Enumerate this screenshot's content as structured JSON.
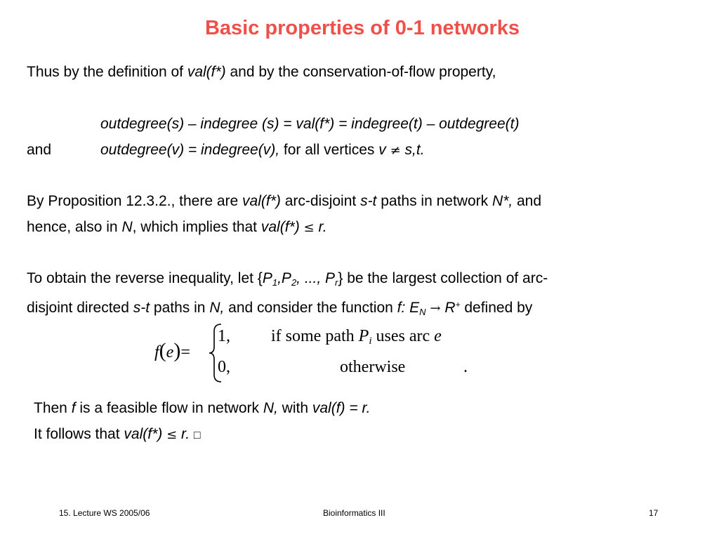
{
  "slide": {
    "title": "Basic properties of 0-1 networks"
  },
  "para1": {
    "a": "Thus by the definition of ",
    "a_it": "val(f*)",
    "b": " and by the conservation-of-flow property,"
  },
  "eq1": "outdegree(s) – indegree (s) = val(f*) = indegree(t) – outdegree(t)",
  "eq2": {
    "and": "and",
    "it": "outdegree(v) = indegree(v),",
    "mid": " for all vertices ",
    "v": "v",
    "neq": "≠",
    "st": " s,t."
  },
  "para2": {
    "l1_a": "By Proposition 12.3.2., there are ",
    "l1_val": "val(f*)",
    "l1_b": " arc-disjoint ",
    "l1_st": "s-t",
    "l1_c": " paths in network ",
    "l1_N": "N*,",
    "l1_d": " and",
    "l2_a": "hence, also in ",
    "l2_N": "N",
    "l2_b": ", which implies that ",
    "l2_val": "val(f*)",
    "l2_le": "≤",
    "l2_r": " r."
  },
  "para3": {
    "l1_a": "To obtain the reverse inequality, let {",
    "P1": "P",
    "sub1": "1",
    "comma1": ",",
    "P2": "P",
    "sub2": "2",
    "dots": ", ..., ",
    "Pr": "P",
    "subr": "r",
    "l1_b": "} be the largest collection of arc-",
    "l2_a": "disjoint directed ",
    "l2_st": "s-t",
    "l2_b": " paths in ",
    "l2_N": "N,",
    "l2_c": " and consider the function ",
    "l2_f": "f: E",
    "l2_subN": "N",
    "l2_arrow": "→",
    "l2_R": " R",
    "l2_sup": "+",
    "l2_d": " defined by"
  },
  "formula": {
    "lhs_f": "f",
    "lhs_e": "e",
    "eq": "=",
    "case1_val": "1,",
    "case1_cond_a": "if some path ",
    "case1_P": "P",
    "case1_sub": "i",
    "case1_cond_b": " uses arc ",
    "case1_e": "e",
    "case2_val": "0,",
    "case2_cond": "otherwise",
    "period": "."
  },
  "para4": {
    "l1_a": "Then ",
    "l1_f": "f",
    "l1_b": " is a feasible flow in network ",
    "l1_N": "N,",
    "l1_c": " with ",
    "l1_val": "val(f) = r.",
    "l2_a": "It follows that ",
    "l2_val": "val(f*)",
    "l2_le": "≤",
    "l2_r": " r.",
    "qed": "□"
  },
  "footer": {
    "left": "15.  Lecture WS 2005/06",
    "center": "Bioinformatics III",
    "right": "17"
  },
  "colors": {
    "title": "#f0504a",
    "text": "#000000",
    "background": "#ffffff"
  }
}
